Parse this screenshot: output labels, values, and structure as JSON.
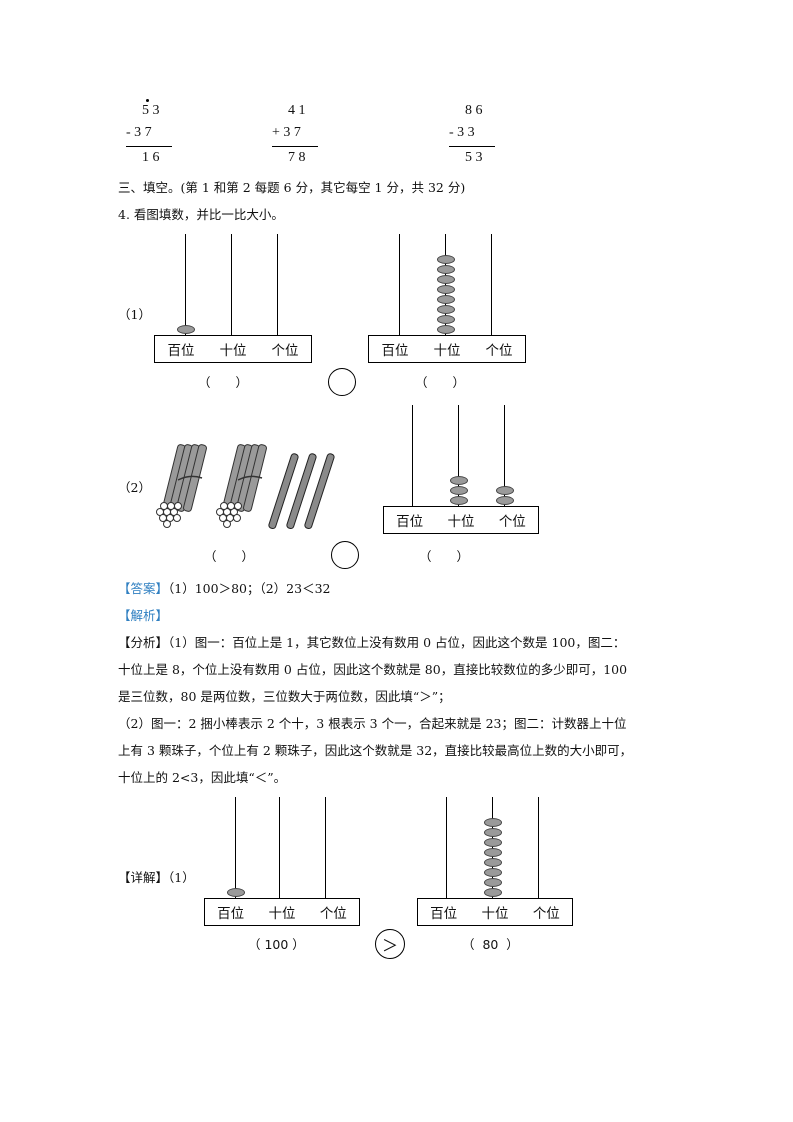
{
  "calculations": [
    {
      "top": "5 3",
      "op": "- 3 7",
      "result": "1 6"
    },
    {
      "top": "4 1",
      "op": "+ 3 7",
      "result": "7 8"
    },
    {
      "top": "8 6",
      "op": "- 3 3",
      "result": "5 3"
    }
  ],
  "section_heading": "三、填空。(第 1 和第 2 每题 6 分，其它每空 1 分，共 32 分)",
  "question": "4.  看图填数，并比一比大小。",
  "labels": {
    "part1": "（1）",
    "part2": "（2）",
    "detail": "【详解】（1）"
  },
  "place_labels": {
    "hundreds": "百位",
    "tens": "十位",
    "ones": "个位"
  },
  "blank_paren": "（　　）",
  "answer": {
    "tag": "【答案】",
    "text": "（1）100＞80；（2）23＜32"
  },
  "analysis_tag": "【解析】",
  "analysis_lines": [
    "【分析】（1）图一：百位上是 1，其它数位上没有数用 0 占位，因此这个数是 100，图二：",
    "十位上是 8，个位上没有数用 0 占位，因此这个数就是 80，直接比较数位的多少即可，100",
    "是三位数，80 是两位数，三位数大于两位数，因此填“＞”；",
    "（2）图一：2 捆小棒表示 2 个十，3 根表示 3 个一，合起来就是 23；图二：计数器上十位",
    "上有 3 颗珠子，个位上有 2 颗珠子，因此这个数就是 32，直接比较最高位上数的大小即可，",
    "十位上的 2<3，因此填“＜”。"
  ],
  "detail_answers": {
    "left": "（ 100 ）",
    "symbol": "＞",
    "right": "（  80  ）"
  },
  "abacus_values": {
    "q1_left": {
      "hundreds": 1,
      "tens": 0,
      "ones": 0
    },
    "q1_right": {
      "hundreds": 0,
      "tens": 8,
      "ones": 0
    },
    "q2_right": {
      "hundreds": 0,
      "tens": 3,
      "ones": 2
    },
    "detail_left": {
      "hundreds": 1,
      "tens": 0,
      "ones": 0
    },
    "detail_right": {
      "hundreds": 0,
      "tens": 8,
      "ones": 0
    }
  },
  "sticks": {
    "bundles": 2,
    "singles": 3
  }
}
